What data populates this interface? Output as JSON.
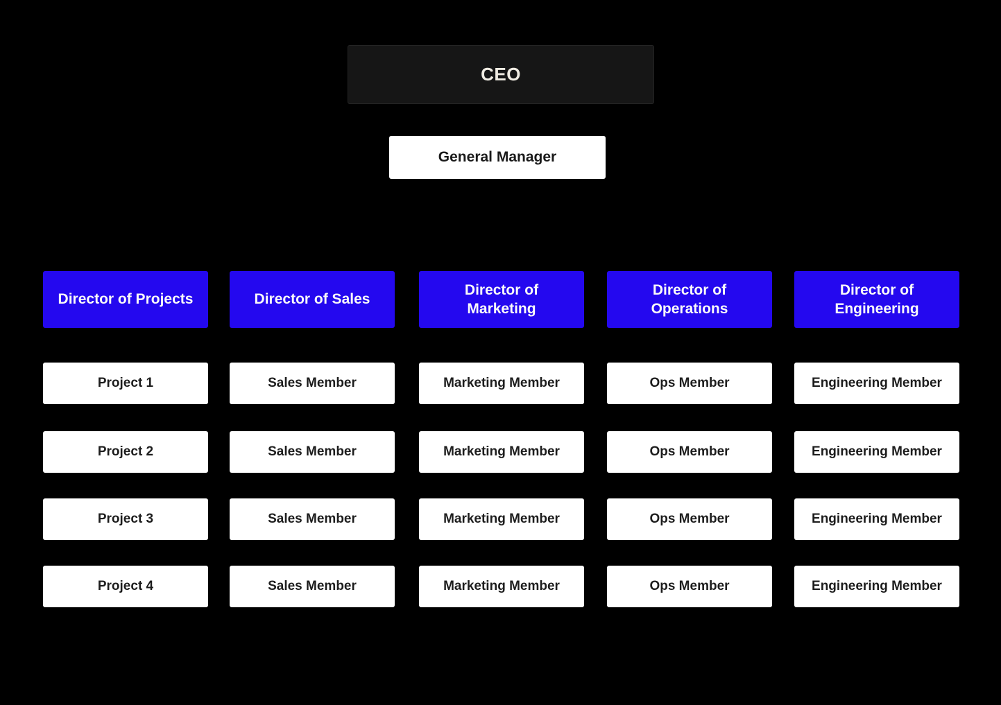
{
  "page": {
    "background_color": "#000000",
    "type": "organizational-chart"
  },
  "colors": {
    "root_fill": "#161616",
    "root_text": "#f0ece3",
    "manager_fill": "#ffffff",
    "manager_text": "#1a1a1a",
    "director_fill": "#2408ef",
    "director_text": "#fafafa",
    "member_fill": "#ffffff",
    "member_text": "#1d1d1d",
    "connector": "#000000"
  },
  "org_chart": {
    "root": {
      "label": "CEO"
    },
    "manager": {
      "label": "General Manager"
    },
    "columns": [
      {
        "director": "Director of Projects",
        "members": [
          "Project 1",
          "Project 2",
          "Project 3",
          "Project 4"
        ]
      },
      {
        "director": "Director of Sales",
        "members": [
          "Sales Member",
          "Sales Member",
          "Sales Member",
          "Sales Member"
        ]
      },
      {
        "director": "Director of\nMarketing",
        "members": [
          "Marketing Member",
          "Marketing Member",
          "Marketing Member",
          "Marketing Member"
        ]
      },
      {
        "director": "Director of\nOperations",
        "members": [
          "Ops Member",
          "Ops Member",
          "Ops Member",
          "Ops Member"
        ]
      },
      {
        "director": "Director of\nEngineering",
        "members": [
          "Engineering Member",
          "Engineering Member",
          "Engineering Member",
          "Engineering Member"
        ]
      }
    ]
  }
}
